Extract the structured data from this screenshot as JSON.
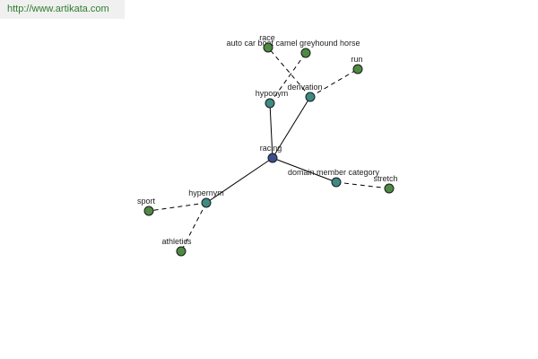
{
  "watermark": {
    "text": "http://www.artikata.com"
  },
  "colors": {
    "center": "#3b4f8f",
    "relation": "#3e8a84",
    "leaf": "#4e8a43",
    "edge": "#000000"
  },
  "graph": {
    "nodes": [
      {
        "id": "racing",
        "label": "racing",
        "kind": "center"
      },
      {
        "id": "hyponym",
        "label": "hyponym",
        "kind": "relation"
      },
      {
        "id": "derivation",
        "label": "derivation",
        "kind": "relation"
      },
      {
        "id": "domain_member_category",
        "label": "domain member category",
        "kind": "relation"
      },
      {
        "id": "hypernym",
        "label": "hypernym",
        "kind": "relation"
      },
      {
        "id": "race",
        "label": "race",
        "kind": "leaf"
      },
      {
        "id": "boat_race",
        "label": "auto car boat camel greyhound horse",
        "kind": "leaf"
      },
      {
        "id": "run",
        "label": "run",
        "kind": "leaf"
      },
      {
        "id": "stretch",
        "label": "stretch",
        "kind": "leaf"
      },
      {
        "id": "sport",
        "label": "sport",
        "kind": "leaf"
      },
      {
        "id": "athletics",
        "label": "athletics",
        "kind": "leaf"
      }
    ],
    "edges": [
      {
        "from": "racing",
        "to": "hyponym",
        "style": "solid"
      },
      {
        "from": "racing",
        "to": "derivation",
        "style": "solid"
      },
      {
        "from": "racing",
        "to": "domain_member_category",
        "style": "solid"
      },
      {
        "from": "racing",
        "to": "hypernym",
        "style": "solid"
      },
      {
        "from": "hyponym",
        "to": "boat_race",
        "style": "dashed"
      },
      {
        "from": "derivation",
        "to": "race",
        "style": "dashed"
      },
      {
        "from": "derivation",
        "to": "run",
        "style": "dashed"
      },
      {
        "from": "domain_member_category",
        "to": "stretch",
        "style": "dashed"
      },
      {
        "from": "hypernym",
        "to": "sport",
        "style": "dashed"
      },
      {
        "from": "hypernym",
        "to": "athletics",
        "style": "dashed"
      }
    ]
  }
}
